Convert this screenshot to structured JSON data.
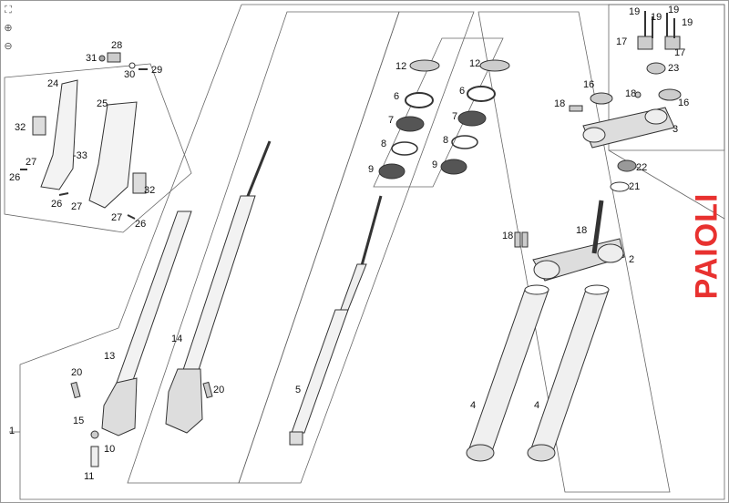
{
  "toolbar": {
    "fit_icon": "fit-to-screen-icon",
    "zoom_in_icon": "zoom-in-icon",
    "zoom_out_icon": "zoom-out-icon"
  },
  "brand": {
    "text": "PAIOLI",
    "color": "#e8312f"
  },
  "callouts": {
    "c1": "1",
    "c2": "2",
    "c3": "3",
    "c4a": "4",
    "c4b": "4",
    "c5": "5",
    "c6a": "6",
    "c6b": "6",
    "c7a": "7",
    "c7b": "7",
    "c8a": "8",
    "c8b": "8",
    "c9a": "9",
    "c9b": "9",
    "c10": "10",
    "c11": "11",
    "c12a": "12",
    "c12b": "12",
    "c13": "13",
    "c14": "14",
    "c15": "15",
    "c16a": "16",
    "c16b": "16",
    "c17a": "17",
    "c17b": "17",
    "c18a": "18",
    "c18b": "18",
    "c18c": "18",
    "c19a": "19",
    "c19b": "19",
    "c19c": "19",
    "c19d": "19",
    "c20a": "20",
    "c20b": "20",
    "c21": "21",
    "c22": "22",
    "c23": "23",
    "c24": "24",
    "c25": "25",
    "c26a": "26",
    "c26b": "26",
    "c27a": "27",
    "c27b": "27",
    "c27c": "27",
    "c28": "28",
    "c29": "29",
    "c30": "30",
    "c31": "31",
    "c32a": "32",
    "c32b": "32",
    "c33": "-33"
  }
}
